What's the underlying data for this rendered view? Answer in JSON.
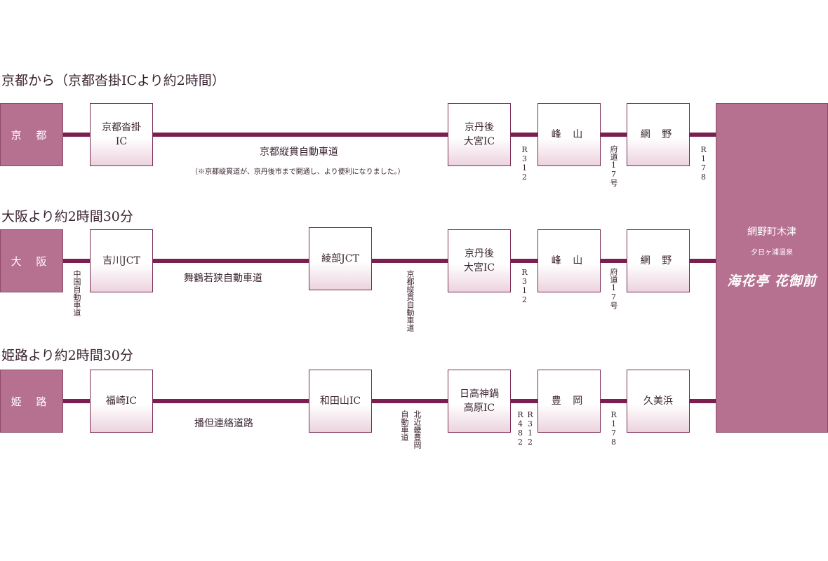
{
  "kyoto": {
    "heading": "京都から（京都沓掛ICより約2時間）",
    "start": "京 都",
    "ic1": "京都沓掛\nIC",
    "road1": "京都縦貫自動車道",
    "note": "（※京都縦貫道が、京丹後市まで開通し、より便利になりました。）",
    "ic2": "京丹後\n大宮IC",
    "r312": "R312",
    "mineyama": "峰 山",
    "prefroad": "府道17号",
    "amino": "網 野",
    "r178": "R178"
  },
  "osaka": {
    "heading": "大阪より約2時間30分",
    "start": "大 阪",
    "road0": "中国自動車道",
    "jct1": "吉川JCT",
    "road1": "舞鶴若狭自動車道",
    "jct2": "綾部JCT",
    "road2": "京都縦貫自動車道",
    "ic": "京丹後\n大宮IC",
    "r312": "R312",
    "mineyama": "峰 山",
    "prefroad": "府道17号",
    "amino": "網 野"
  },
  "himeji": {
    "heading": "姫路より約2時間30分",
    "start": "姫 路",
    "ic1": "福崎IC",
    "road1": "播但連絡道路",
    "ic2": "和田山IC",
    "road2a": "北近畿豊岡",
    "road2b": "自動車道",
    "ic3": "日高神鍋\n高原IC",
    "r482": "R482",
    "r312": "R312",
    "toyooka": "豊 岡",
    "r178": "R178",
    "kumihama": "久美浜"
  },
  "destination": {
    "town": "網野町木津",
    "onsen": "夕日ヶ浦温泉",
    "inn": "海花亭 花御前"
  },
  "colors": {
    "line": "#7a1f4f",
    "accent": "#b67090",
    "border": "#7a2a55"
  }
}
